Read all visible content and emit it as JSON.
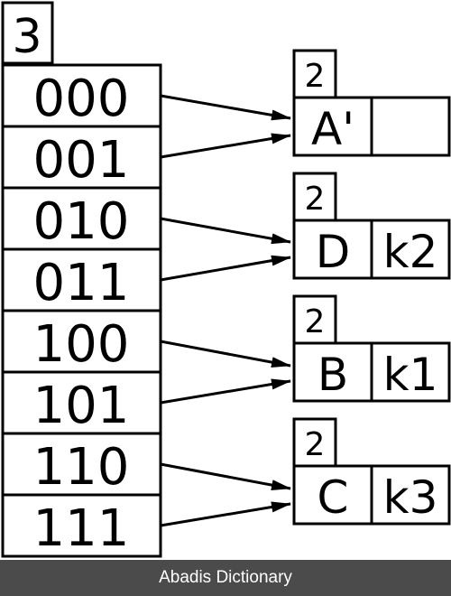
{
  "directory": {
    "global_depth": "3",
    "entries": [
      "000",
      "001",
      "010",
      "011",
      "100",
      "101",
      "110",
      "111"
    ]
  },
  "buckets": [
    {
      "local_depth": "2",
      "slot1": "A'",
      "slot2": ""
    },
    {
      "local_depth": "2",
      "slot1": "D",
      "slot2": "k2"
    },
    {
      "local_depth": "2",
      "slot1": "B",
      "slot2": "k1"
    },
    {
      "local_depth": "2",
      "slot1": "C",
      "slot2": "k3"
    }
  ],
  "pointers": [
    {
      "from": "000",
      "to_bucket": 0
    },
    {
      "from": "001",
      "to_bucket": 0
    },
    {
      "from": "010",
      "to_bucket": 1
    },
    {
      "from": "011",
      "to_bucket": 1
    },
    {
      "from": "100",
      "to_bucket": 2
    },
    {
      "from": "101",
      "to_bucket": 2
    },
    {
      "from": "110",
      "to_bucket": 3
    },
    {
      "from": "111",
      "to_bucket": 3
    }
  ],
  "footer": {
    "text": "Abadis Dictionary"
  }
}
